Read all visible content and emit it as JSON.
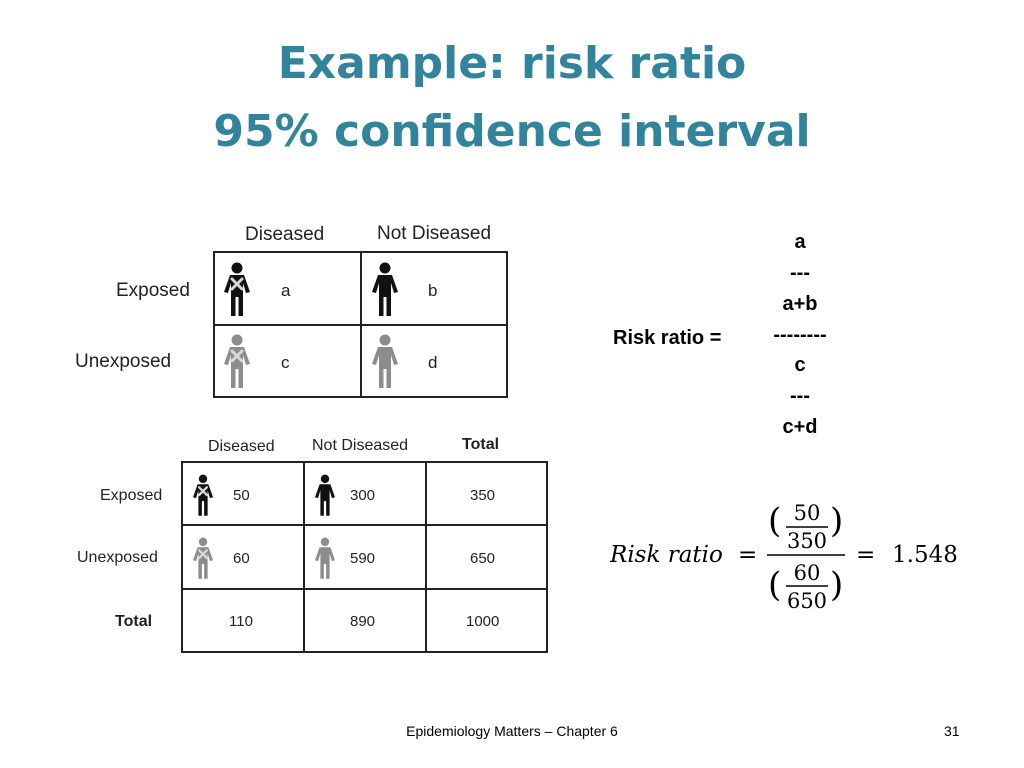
{
  "slide": {
    "title_line1": "Example: risk ratio",
    "title_line2": "95% confidence interval",
    "accent_color": "#31849b"
  },
  "table1": {
    "col_headers": [
      "Diseased",
      "Not Diseased"
    ],
    "row_headers": [
      "Exposed",
      "Unexposed"
    ],
    "cells": [
      [
        "a",
        "b"
      ],
      [
        "c",
        "d"
      ]
    ],
    "icons": [
      [
        "person-diseased-icon",
        "person-icon"
      ],
      [
        "person-diseased-icon",
        "person-icon"
      ]
    ]
  },
  "table2": {
    "col_headers": [
      "Diseased",
      "Not Diseased",
      "Total"
    ],
    "row_headers": [
      "Exposed",
      "Unexposed",
      "Total"
    ],
    "cells": [
      [
        "50",
        "300",
        "350"
      ],
      [
        "60",
        "590",
        "650"
      ],
      [
        "110",
        "890",
        "1000"
      ]
    ]
  },
  "risk_ratio_def": {
    "label": "Risk ratio =",
    "lines": [
      "a",
      "---",
      "a+b",
      "--------",
      "c",
      "---",
      "c+d"
    ]
  },
  "risk_ratio_calc": {
    "label": "Risk ratio",
    "num_top": "50",
    "num_bottom": "350",
    "den_top": "60",
    "den_bottom": "650",
    "result": "1.548"
  },
  "footer": {
    "text": "Epidemiology Matters – Chapter 6",
    "page": "31"
  }
}
